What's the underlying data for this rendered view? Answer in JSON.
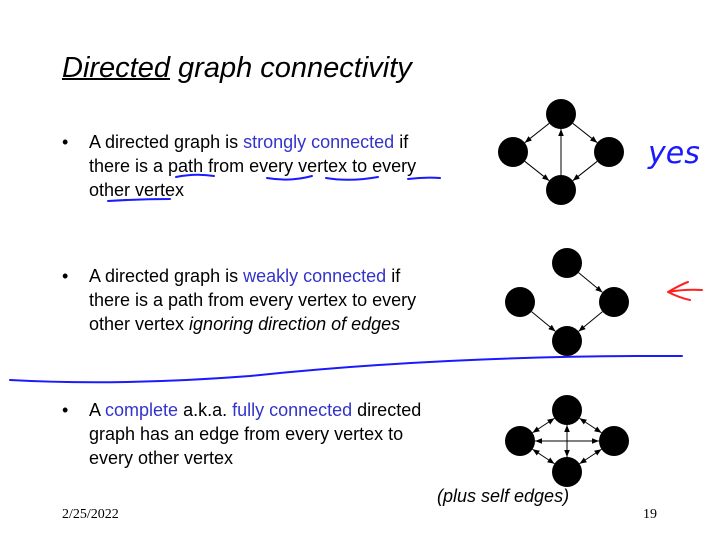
{
  "title": {
    "emph": "Directed",
    "rest": " graph connectivity"
  },
  "bullets": [
    {
      "l1a": "A directed graph is ",
      "l1b": "strongly connected",
      "l1c": " if",
      "l2": "there is a path from every vertex to every",
      "l3": "other vertex"
    },
    {
      "l1a": "A directed graph is ",
      "l1b": "weakly connected",
      "l1c": " if",
      "l2": "there is a path from every vertex to every",
      "l3a": "other vertex ",
      "l3b": "ignoring direction of edges"
    },
    {
      "l1a": "A ",
      "l1b": "complete",
      "l1c": " a.k.a. ",
      "l1d": "fully connected",
      "l1e": " directed",
      "l2": "graph has an edge from every vertex to",
      "l3": "every other vertex"
    }
  ],
  "bullet_char": "•",
  "plus_note": "(plus self edges)",
  "annotations": {
    "yes": "yes"
  },
  "footer": {
    "date": "2/25/2022",
    "page": "19"
  },
  "colors": {
    "accent": "#3333cc",
    "ink_blue": "#1a1aff",
    "ink_red": "#ff2020"
  }
}
